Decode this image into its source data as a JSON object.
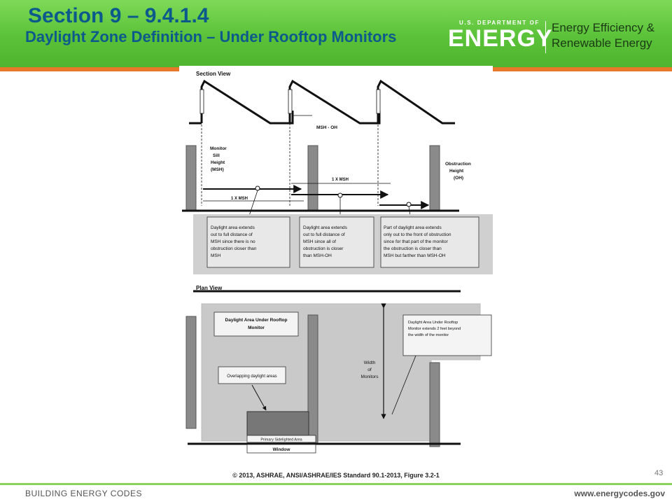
{
  "header": {
    "title": "Section 9 – 9.4.1.4",
    "subtitle": "Daylight Zone Definition – Under Rooftop Monitors",
    "logo_small_text": "U.S. DEPARTMENT OF",
    "logo_big_text": "ENERGY",
    "eere_line1": "Energy Efficiency &",
    "eere_line2": "Renewable Energy",
    "colors": {
      "bar_top": "#7ed957",
      "bar_bottom": "#4fb42f",
      "accent_rule": "#e8792a",
      "title": "#0c5a8c"
    }
  },
  "figure": {
    "section_view": {
      "heading": "Section View",
      "msh_lines": [
        "Monitor",
        "Sill",
        "Height",
        "(MSH)"
      ],
      "msh_oh": "MSH - OH",
      "obstruction_lines": [
        "Obstruction",
        "Height",
        "(OH)"
      ],
      "dim_1": "1 X MSH",
      "dim_2": "1 X MSH",
      "boxes": [
        {
          "lines": [
            "Daylight area extends",
            "out to full distance of",
            "MSH since there is no",
            "obstruction closer than",
            "MSH"
          ]
        },
        {
          "lines": [
            "Daylight area extends",
            "out to full distance of",
            "MSH since all of",
            "obstruction is closer",
            "than MSH-OH"
          ]
        },
        {
          "lines": [
            "Part of daylight area extends",
            "only out to the front of obstruction",
            "since for that part of the monitor",
            "the obstruction is closer than",
            "MSH but farther than MSH-OH"
          ]
        }
      ]
    },
    "plan_view": {
      "heading": "Plan View",
      "area_label_lines": [
        "Daylight Area Under Rooftop",
        "Monitor"
      ],
      "overlap_label": "Overlapping daylight areas",
      "width_lines": [
        "Width",
        "of",
        "Monitors"
      ],
      "note_lines": [
        "Daylight Area Under Rooftop",
        "Monitor extends 2 feet beyond",
        "the width of the monitor"
      ],
      "primary_label": "Primary Sidelighted Area",
      "window_label": "Window"
    }
  },
  "caption": "© 2013, ASHRAE, ANSI/ASHRAE/IES Standard 90.1-2013, Figure 3.2-1",
  "page_number": "43",
  "footer": {
    "left": "BUILDING ENERGY CODES",
    "right": "www.energycodes.gov",
    "rule_color": "#8bd15e"
  }
}
